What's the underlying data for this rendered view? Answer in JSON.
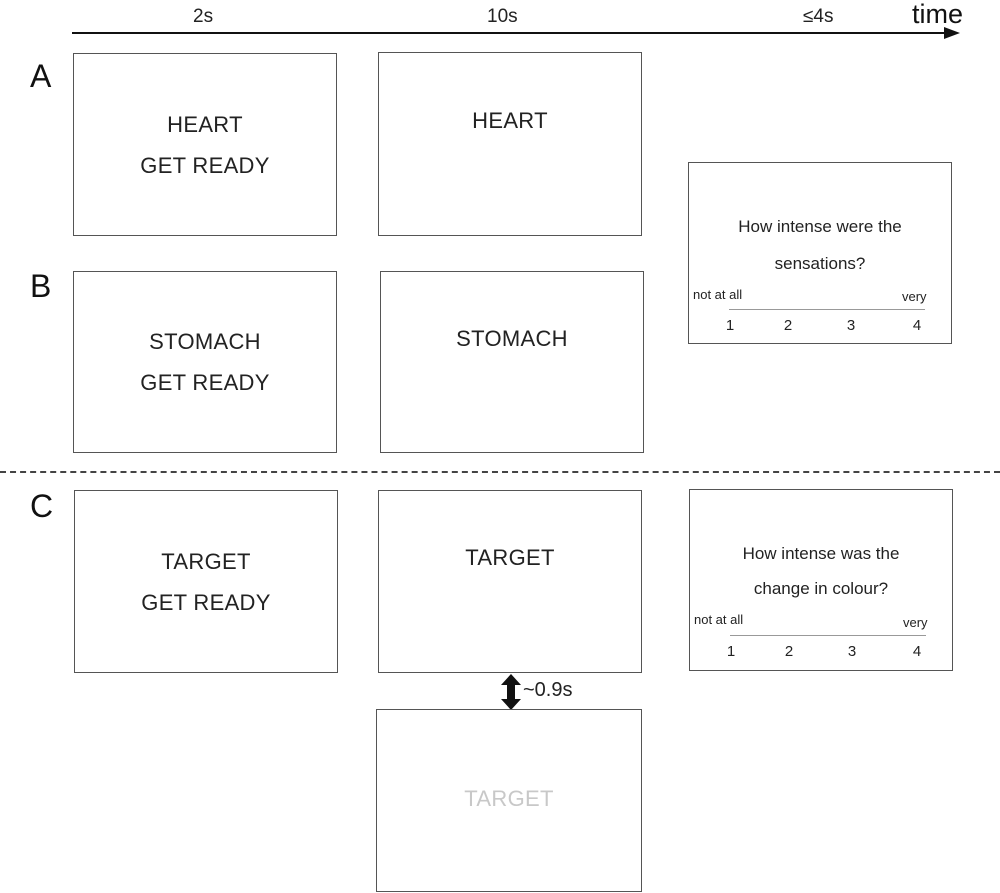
{
  "timeline": {
    "labels": [
      "2s",
      "10s",
      "≤4s"
    ],
    "axis_title": "time"
  },
  "panels": {
    "A": {
      "letter": "A",
      "cue": {
        "line1": "HEART",
        "line2": "GET READY"
      },
      "stimulus": {
        "text": "HEART"
      }
    },
    "B": {
      "letter": "B",
      "cue": {
        "line1": "STOMACH",
        "line2": "GET READY"
      },
      "stimulus": {
        "text": "STOMACH"
      }
    },
    "C": {
      "letter": "C",
      "cue": {
        "line1": "TARGET",
        "line2": "GET READY"
      },
      "stimulus": {
        "text": "TARGET"
      },
      "interval": "~0.9s",
      "faded_stimulus": {
        "text": "TARGET"
      }
    }
  },
  "ratings": {
    "AB": {
      "line1": "How intense were the",
      "line2": "sensations?",
      "low": "not at all",
      "high": "very",
      "options": [
        "1",
        "2",
        "3",
        "4"
      ]
    },
    "C": {
      "line1": "How intense was the",
      "line2": "change in colour?",
      "low": "not at all",
      "high": "very",
      "options": [
        "1",
        "2",
        "3",
        "4"
      ]
    }
  }
}
